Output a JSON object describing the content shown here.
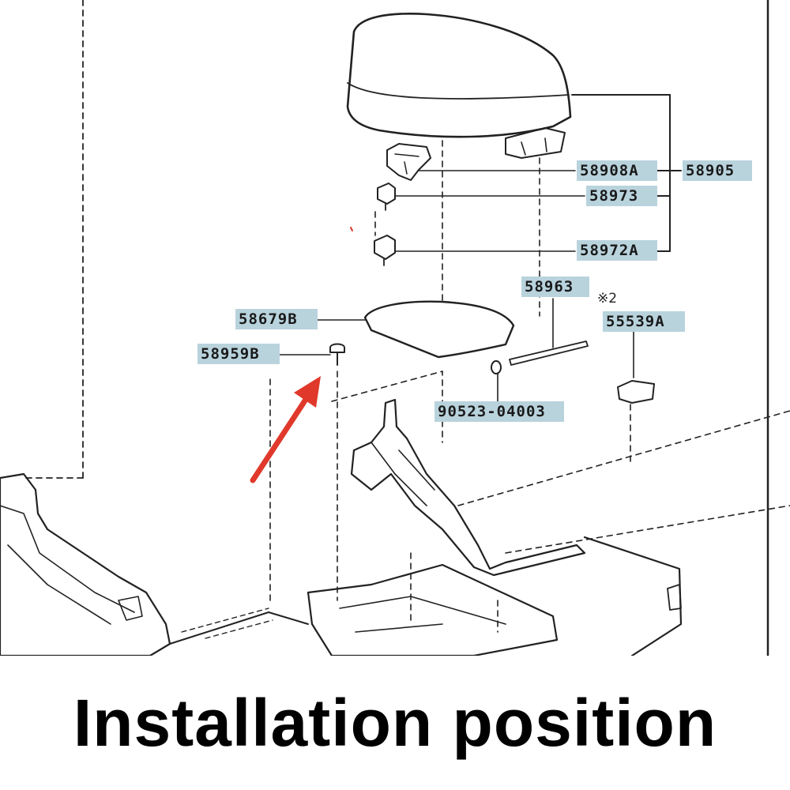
{
  "labels": {
    "armrest_hinge": "58908A",
    "group_ref": "58905",
    "clip_upper": "58973",
    "clip_lower": "58972A",
    "side_strip": "58963",
    "pad": "58679B",
    "clip_pin": "58959B",
    "nut": "90523-04003",
    "side_part": "55539A",
    "ref_mark": "※2"
  },
  "caption": "Installation position",
  "colors": {
    "label_bg": "#b9d3dd",
    "arrow": "#e0392b",
    "line": "#222222"
  }
}
